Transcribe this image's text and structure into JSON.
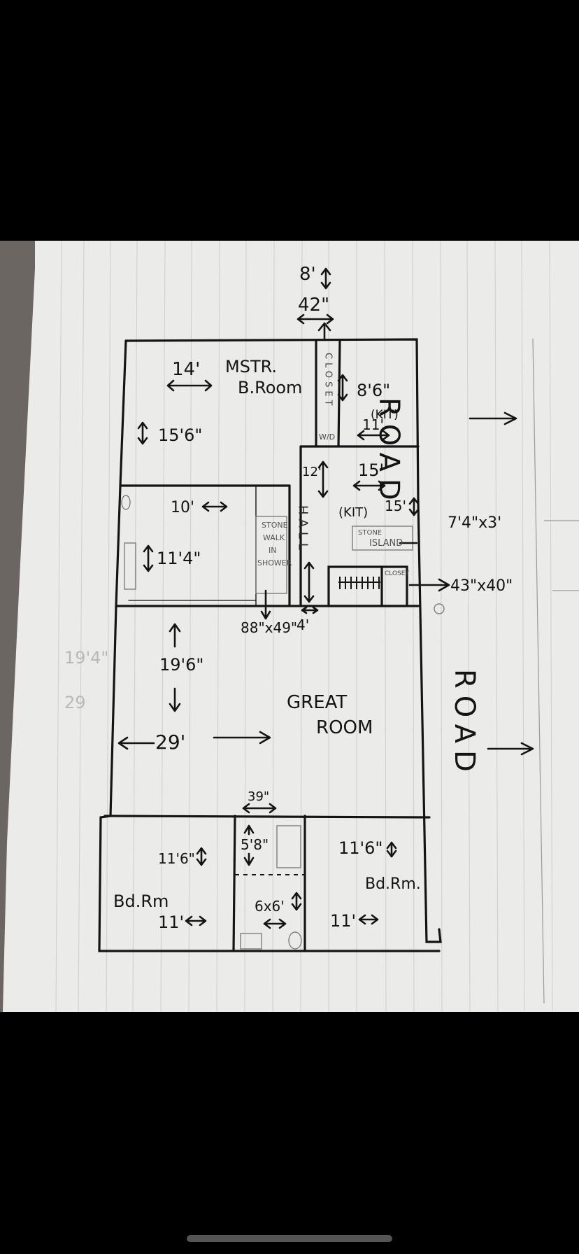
{
  "plan": {
    "top_dim_1": "8'",
    "top_dim_2": "42\"",
    "master_bedroom": {
      "line1": "MSTR.",
      "line2": "B.Room",
      "width": "14'",
      "depth": "15'6\""
    },
    "closet": {
      "vertical": "CLOSET",
      "suffix": "W/D"
    },
    "kitchen_upper": {
      "depth": "8'6\"",
      "tag": "(KIT)",
      "width": "11'"
    },
    "hall": {
      "label": "HALL",
      "length": "12'"
    },
    "kitchen": {
      "width": "15'",
      "tag": "(KIT)",
      "depth": "15'"
    },
    "island": {
      "line1": "STONE",
      "line2": "ISLAND",
      "size": "7'4\"x3'"
    },
    "small_closet": {
      "label": "CLOSET",
      "size": "43\"x40\""
    },
    "bath_left": {
      "width": "10'",
      "depth": "11'4\""
    },
    "shower": {
      "line1": "STONE",
      "line2": "WALK",
      "line3": "IN",
      "line4": "SHOWER",
      "size": "88\"x49\"",
      "hall_width": "4'"
    },
    "great_room": {
      "line1": "GREAT",
      "line2": "ROOM",
      "depth": "19'6\"",
      "width": "29'"
    },
    "road_upper": "ROAD",
    "road_lower": "ROAD",
    "bedroom_left": {
      "label": "Bd.Rm",
      "depth": "11'6\"",
      "width": "11'"
    },
    "bath_center": {
      "width": "39\"",
      "depth": "5'8\"",
      "shower": "6x6'"
    },
    "bedroom_right": {
      "label": "Bd.Rm.",
      "depth": "11'6\"",
      "width": "11'"
    },
    "faint_notes": {
      "left_1": "19'4\"",
      "left_2": "29"
    }
  },
  "colors": {
    "ink": "#141414",
    "paper": "#e9e9e7",
    "grid": "#c9ccd0",
    "pencil": "#8a8a8a"
  }
}
